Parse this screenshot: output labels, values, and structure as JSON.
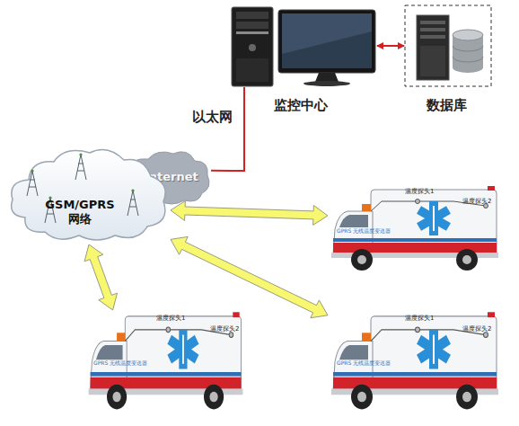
{
  "diagram": {
    "nodes": [
      {
        "text": [
          "监控中心"
        ]
      },
      {
        "text": [
          "数据库"
        ]
      },
      {
        "text": [
          "Internet"
        ]
      },
      {
        "text": [
          "GSM/GPRS 网络"
        ]
      },
      {
        "text": [
          "温度探头1",
          "温度探头2",
          "GPRS 无线温度变送器"
        ]
      },
      {
        "text": [
          "温度探头1",
          "温度探头2",
          "GPRS 无线温度变送器"
        ]
      },
      {
        "text": [
          "温度探头1",
          "温度探头2",
          "GPRS 无线温度变送器"
        ]
      }
    ],
    "edges": [
      {
        "from": 0,
        "to": 1,
        "arrow": "both"
      },
      {
        "from": 2,
        "to": 0,
        "label": "以太网",
        "arrow": "none"
      },
      {
        "from": 3,
        "to": 4,
        "arrow": "both"
      },
      {
        "from": 3,
        "to": 5,
        "arrow": "both"
      },
      {
        "from": 3,
        "to": 6,
        "arrow": "both"
      }
    ]
  }
}
